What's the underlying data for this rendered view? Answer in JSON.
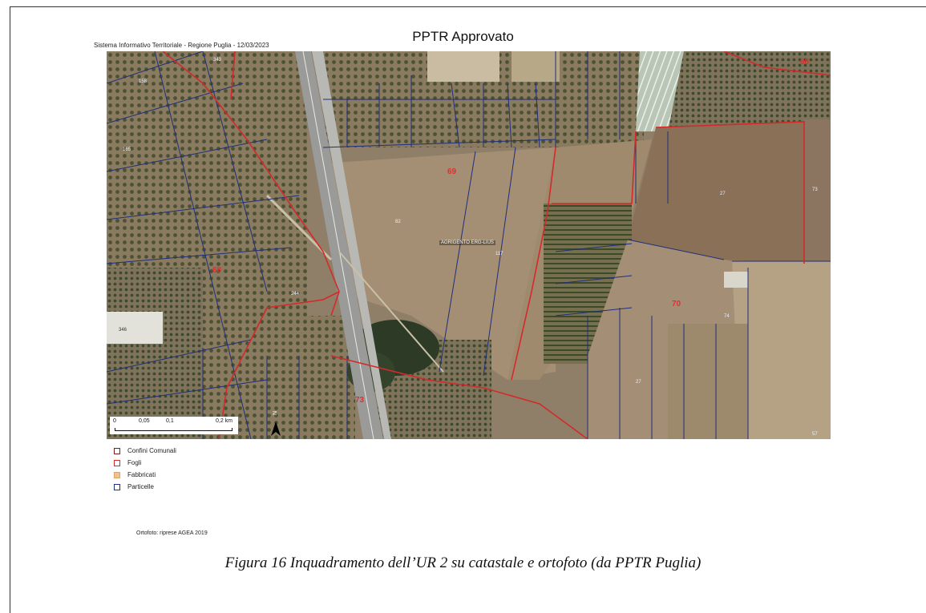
{
  "header": {
    "title": "PPTR Approvato",
    "subtitle": "Sistema Informativo Territoriale - Regione Puglia - 12/03/2023"
  },
  "map": {
    "sheet_labels": [
      "68",
      "69",
      "70",
      "68",
      "73"
    ],
    "center_label": "AGRIGENTO ERG-LIUS",
    "scale": {
      "labels": [
        "0",
        "0,05",
        "0,1",
        "0,2 km"
      ]
    },
    "north_label": "N",
    "colors": {
      "sheet_border": "#d42a2a",
      "parcel_border": "#1f2f7a",
      "field_dry": "#a08c72",
      "vegetation": "#5b6440"
    }
  },
  "legend": {
    "items": [
      {
        "label": "Confini Comunali",
        "color": "#7a1f1f"
      },
      {
        "label": "Fogli",
        "color": "#d42a2a"
      },
      {
        "label": "Fabbricati",
        "color": "#f2c28a"
      },
      {
        "label": "Particelle",
        "color": "#1f2f7a"
      }
    ]
  },
  "credit": "Ortofoto: riprese AGEA 2019",
  "caption": "Figura 16 Inquadramento dell’UR 2 su catastale e ortofoto (da PPTR Puglia)"
}
